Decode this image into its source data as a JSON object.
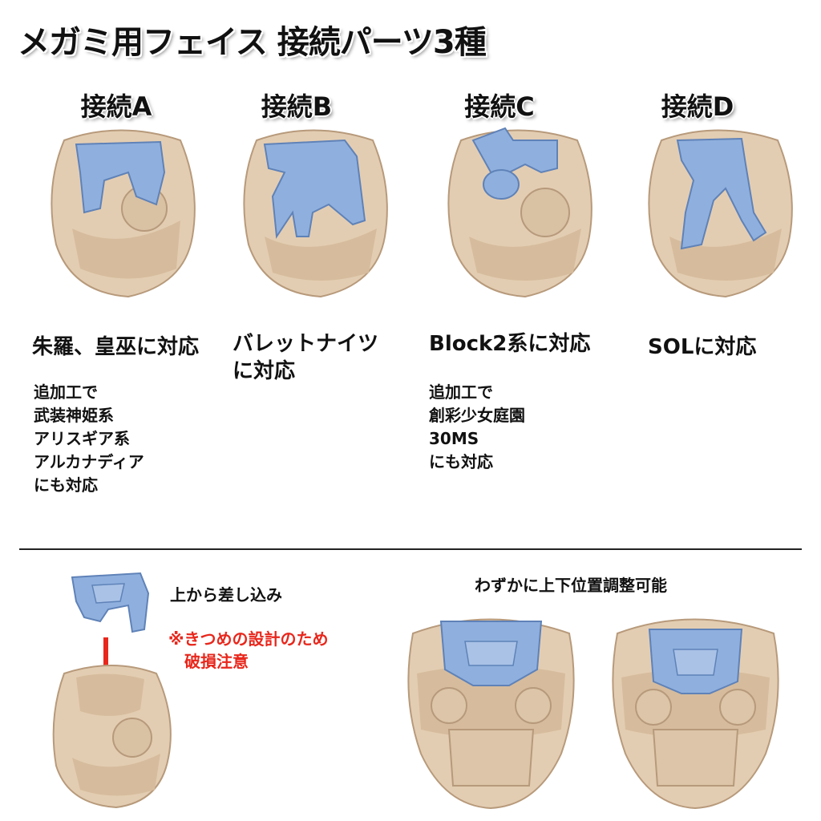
{
  "title": "メガミ用フェイス 接続パーツ3種",
  "connectors": [
    {
      "label": "接続A",
      "compat": "朱羅、皇巫に対応",
      "note": [
        "追加工で",
        "武装神姫系",
        "アリスギア系",
        "アルカナディア",
        "にも対応"
      ]
    },
    {
      "label": "接続B",
      "compat": [
        "バレットナイツ",
        "に対応"
      ],
      "note": []
    },
    {
      "label": "接続C",
      "compat": "Block2系に対応",
      "note": [
        "追加工で",
        "創彩少女庭園",
        "30MS",
        "にも対応"
      ]
    },
    {
      "label": "接続D",
      "compat": "SOLに対応",
      "note": []
    }
  ],
  "bottom": {
    "insert_text": "上から差し込み",
    "warning": [
      "※きつめの設計のため",
      "　破損注意"
    ],
    "adjust_text": "わずかに上下位置調整可能"
  },
  "colors": {
    "skin": "#e3cdb2",
    "skin_shadow": "#b79a7b",
    "part_blue": "#8fb0de",
    "part_blue_dark": "#5f82b8",
    "arrow_red": "#e8271c"
  }
}
